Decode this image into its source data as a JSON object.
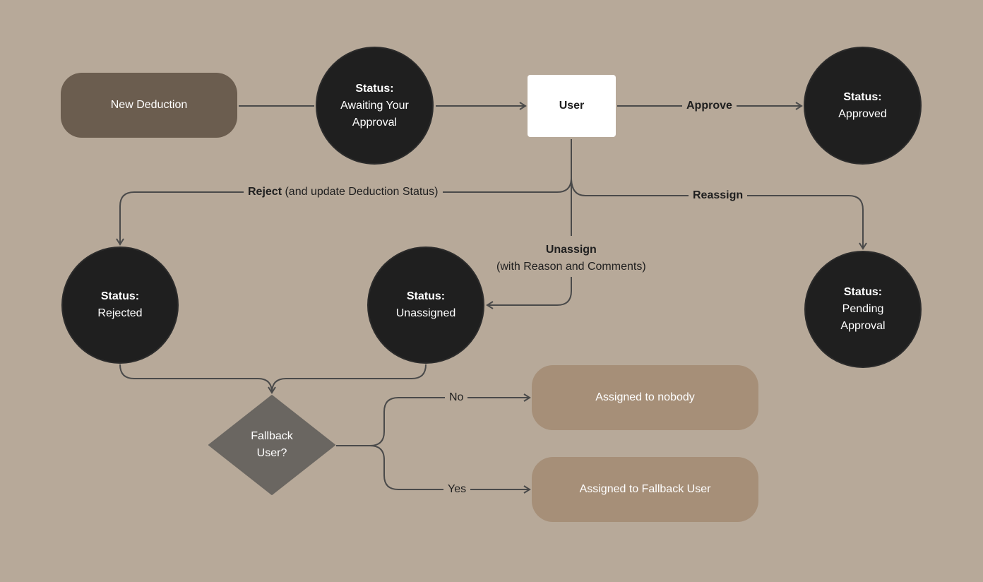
{
  "nodes": {
    "new_deduction": "New Deduction",
    "awaiting": {
      "line1": "Status:",
      "line2": "Awaiting Your",
      "line3": "Approval"
    },
    "user": "User",
    "approved": {
      "line1": "Status:",
      "line2": "Approved"
    },
    "rejected": {
      "line1": "Status:",
      "line2": "Rejected"
    },
    "unassigned": {
      "line1": "Status:",
      "line2": "Unassigned"
    },
    "pending": {
      "line1": "Status:",
      "line2": "Pending",
      "line3": "Approval"
    },
    "fallback": {
      "line1": "Fallback",
      "line2": "User?"
    },
    "assigned_nobody": "Assigned to nobody",
    "assigned_fallback": "Assigned to Fallback User"
  },
  "edges": {
    "approve": "Approve",
    "reject_bold": "Reject",
    "reject_rest": " (and update Deduction Status)",
    "reassign": "Reassign",
    "unassign_bold": "Unassign",
    "unassign_rest": "(with Reason and Comments)",
    "no": "No",
    "yes": "Yes"
  },
  "colors": {
    "background": "#b7a999",
    "status_circle": "#1f1f1f",
    "start_pill": "#6b5d4f",
    "outcome_pill": "#a68f78",
    "decision": "#6a6661",
    "connector": "#4a4a4a"
  }
}
